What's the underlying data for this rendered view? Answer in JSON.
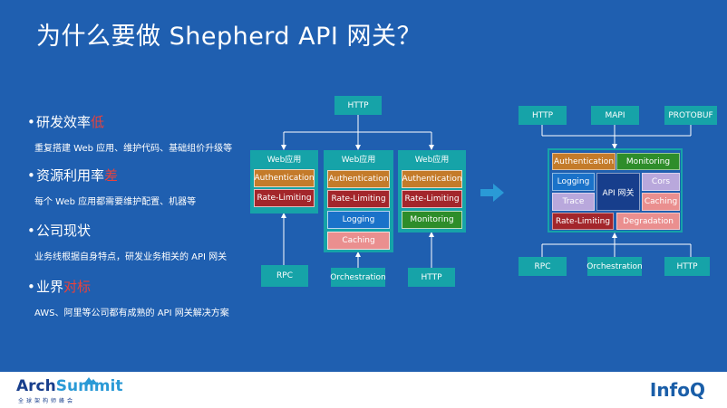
{
  "title": "为什么要做 Shepherd API 网关？",
  "bullets": [
    {
      "main": "研发效率",
      "highlight": "低",
      "desc": "重复搭建 Web 应用、维护代码、基础组价升级等"
    },
    {
      "main": "资源利用率",
      "highlight": "差",
      "desc": "每个 Web 应用都需要维护配置、机器等"
    },
    {
      "main": "公司现状",
      "highlight": "",
      "desc": "业务线根据自身特点，研发业务相关的 API 网关"
    },
    {
      "main": "业界",
      "highlight": "对标",
      "desc": "AWS、阿里等公司都有成熟的 API 网关解决方案"
    }
  ],
  "left_diagram": {
    "top_http": "HTTP",
    "columns": [
      {
        "title": "Web应用",
        "items": [
          "Authentication",
          "Rate-Limiting"
        ]
      },
      {
        "title": "Web应用",
        "items": [
          "Authentication",
          "Rate-Limiting",
          "Logging",
          "Caching"
        ]
      },
      {
        "title": "Web应用",
        "items": [
          "Authentication",
          "Rate-Limiting",
          "Monitoring"
        ]
      }
    ],
    "bottom": [
      "RPC",
      "Orchestration",
      "HTTP"
    ]
  },
  "right_diagram": {
    "top": [
      "HTTP",
      "MAPI",
      "PROTOBUF"
    ],
    "gateway": {
      "authentication": "Authentication",
      "monitoring": "Monitoring",
      "logging": "Logging",
      "center": "API 网关",
      "cors": "Cors",
      "trace": "Trace",
      "caching": "Caching",
      "rate_limiting": "Rate-Limiting",
      "degradation": "Degradation"
    },
    "bottom": [
      "RPC",
      "Orchestration",
      "HTTP"
    ]
  },
  "footer": {
    "arch_prefix": "Arch",
    "arch_suffix": "Summit",
    "arch_sub": "全球架构师峰会",
    "infoq": "InfoQ"
  },
  "colors": {
    "background": "#1f5fb0",
    "teal": "#16a3a8",
    "highlight": "#e8423c",
    "authentication": "#c47b2a",
    "rate_limiting": "#a3262b",
    "logging": "#1a72c9",
    "caching": "#ea8f8f",
    "monitoring": "#2e8d2a",
    "lavender": "#b9a8dc"
  }
}
